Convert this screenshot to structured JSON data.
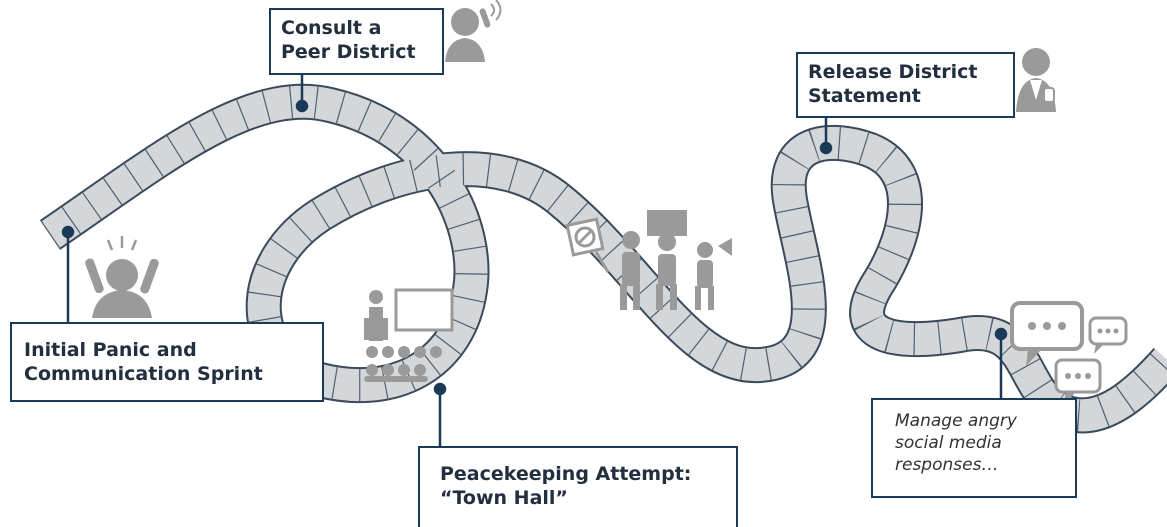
{
  "milestones": {
    "consult": {
      "label": "Consult a\nPeer District",
      "icon": "phone-call-person-icon"
    },
    "release": {
      "label": "Release District\nStatement",
      "icon": "press-speaker-icon"
    },
    "panic": {
      "label": "Initial Panic and\nCommunication Sprint",
      "icon": "panic-person-icon"
    },
    "townhall": {
      "label": "Peacekeeping Attempt:\n“Town Hall”",
      "icon": "presentation-audience-icon"
    },
    "social": {
      "label": "Manage angry\nsocial media\nresponses…",
      "icon": "chat-bubbles-icon"
    }
  },
  "middle_icon": "protesters-icon",
  "colors": {
    "ribbon_fill": "#d4d7da",
    "ribbon_edge": "#3a4a5a",
    "connector": "#1b3a57",
    "icon_gray": "#9a9a9a",
    "text": "#222f3e"
  }
}
